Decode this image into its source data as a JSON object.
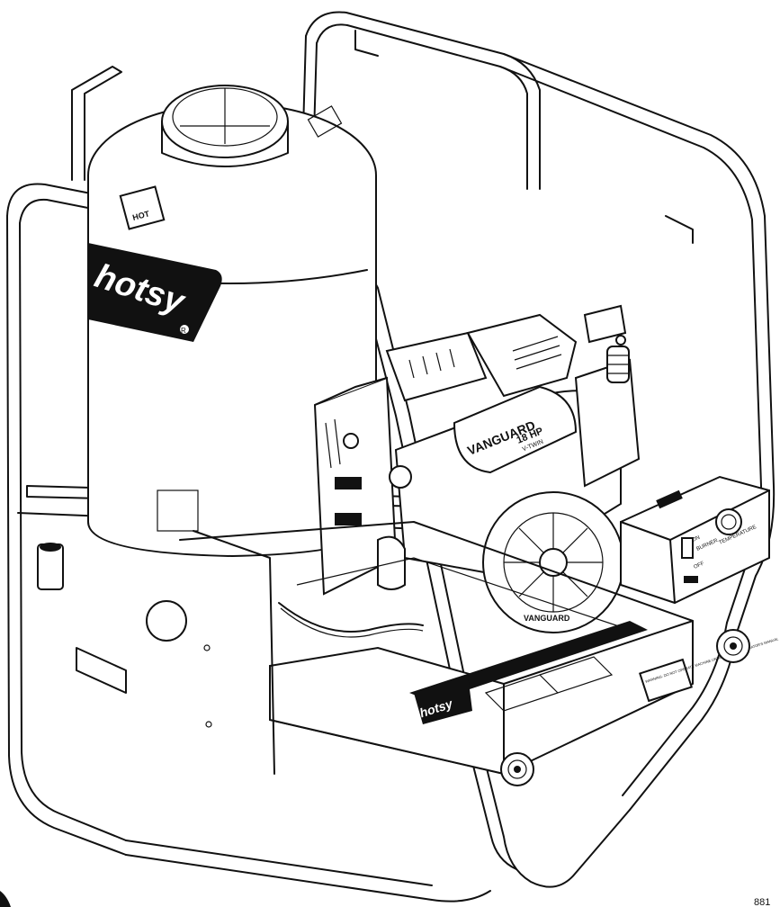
{
  "illustration": {
    "brand_logo": "hotsy",
    "registered_mark": "R",
    "warning_sticker_text": "HOT",
    "engine_brand": "VANGUARD",
    "engine_rating": "18 HP",
    "engine_rating_sub": "V-TWIN",
    "fan_cover_brand": "VANGUARD",
    "control_panel_label_on": "ON",
    "control_panel_label_burner": "BURNER",
    "control_panel_label_off": "OFF",
    "control_panel_label_temp": "TEMPERATURE",
    "base_logo": "hotsy",
    "base_notice_text": "WARNING: DO NOT OPERATE MACHINE UNTIL YOU READ OPERATOR'S MANUAL",
    "figure_number": "881"
  },
  "colors": {
    "line": "#111111",
    "paper": "#ffffff"
  }
}
